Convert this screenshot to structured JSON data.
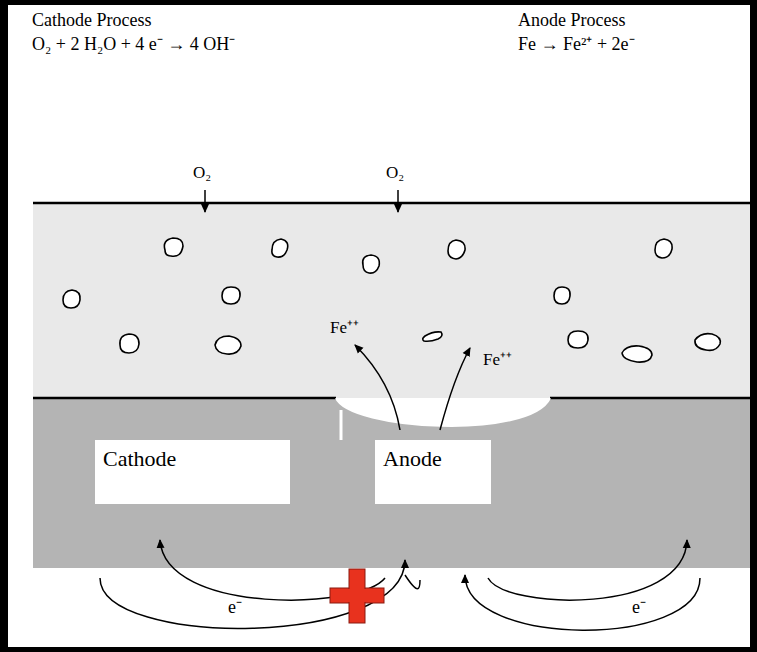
{
  "diagram": {
    "nodes": [
      {
        "text": [
          "Cathode"
        ]
      },
      {
        "text": [
          "Anode"
        ]
      }
    ],
    "labels": [
      "Cathode Process",
      "O₂ + 2 H₂O + 4 e⁻ → 4 OH⁻",
      "Anode Process",
      "Fe → Fe²⁺ + 2e⁻",
      "O₂",
      "O₂",
      "Fe⁺⁺",
      "Fe⁺⁺",
      "e⁻",
      "e⁻"
    ]
  }
}
